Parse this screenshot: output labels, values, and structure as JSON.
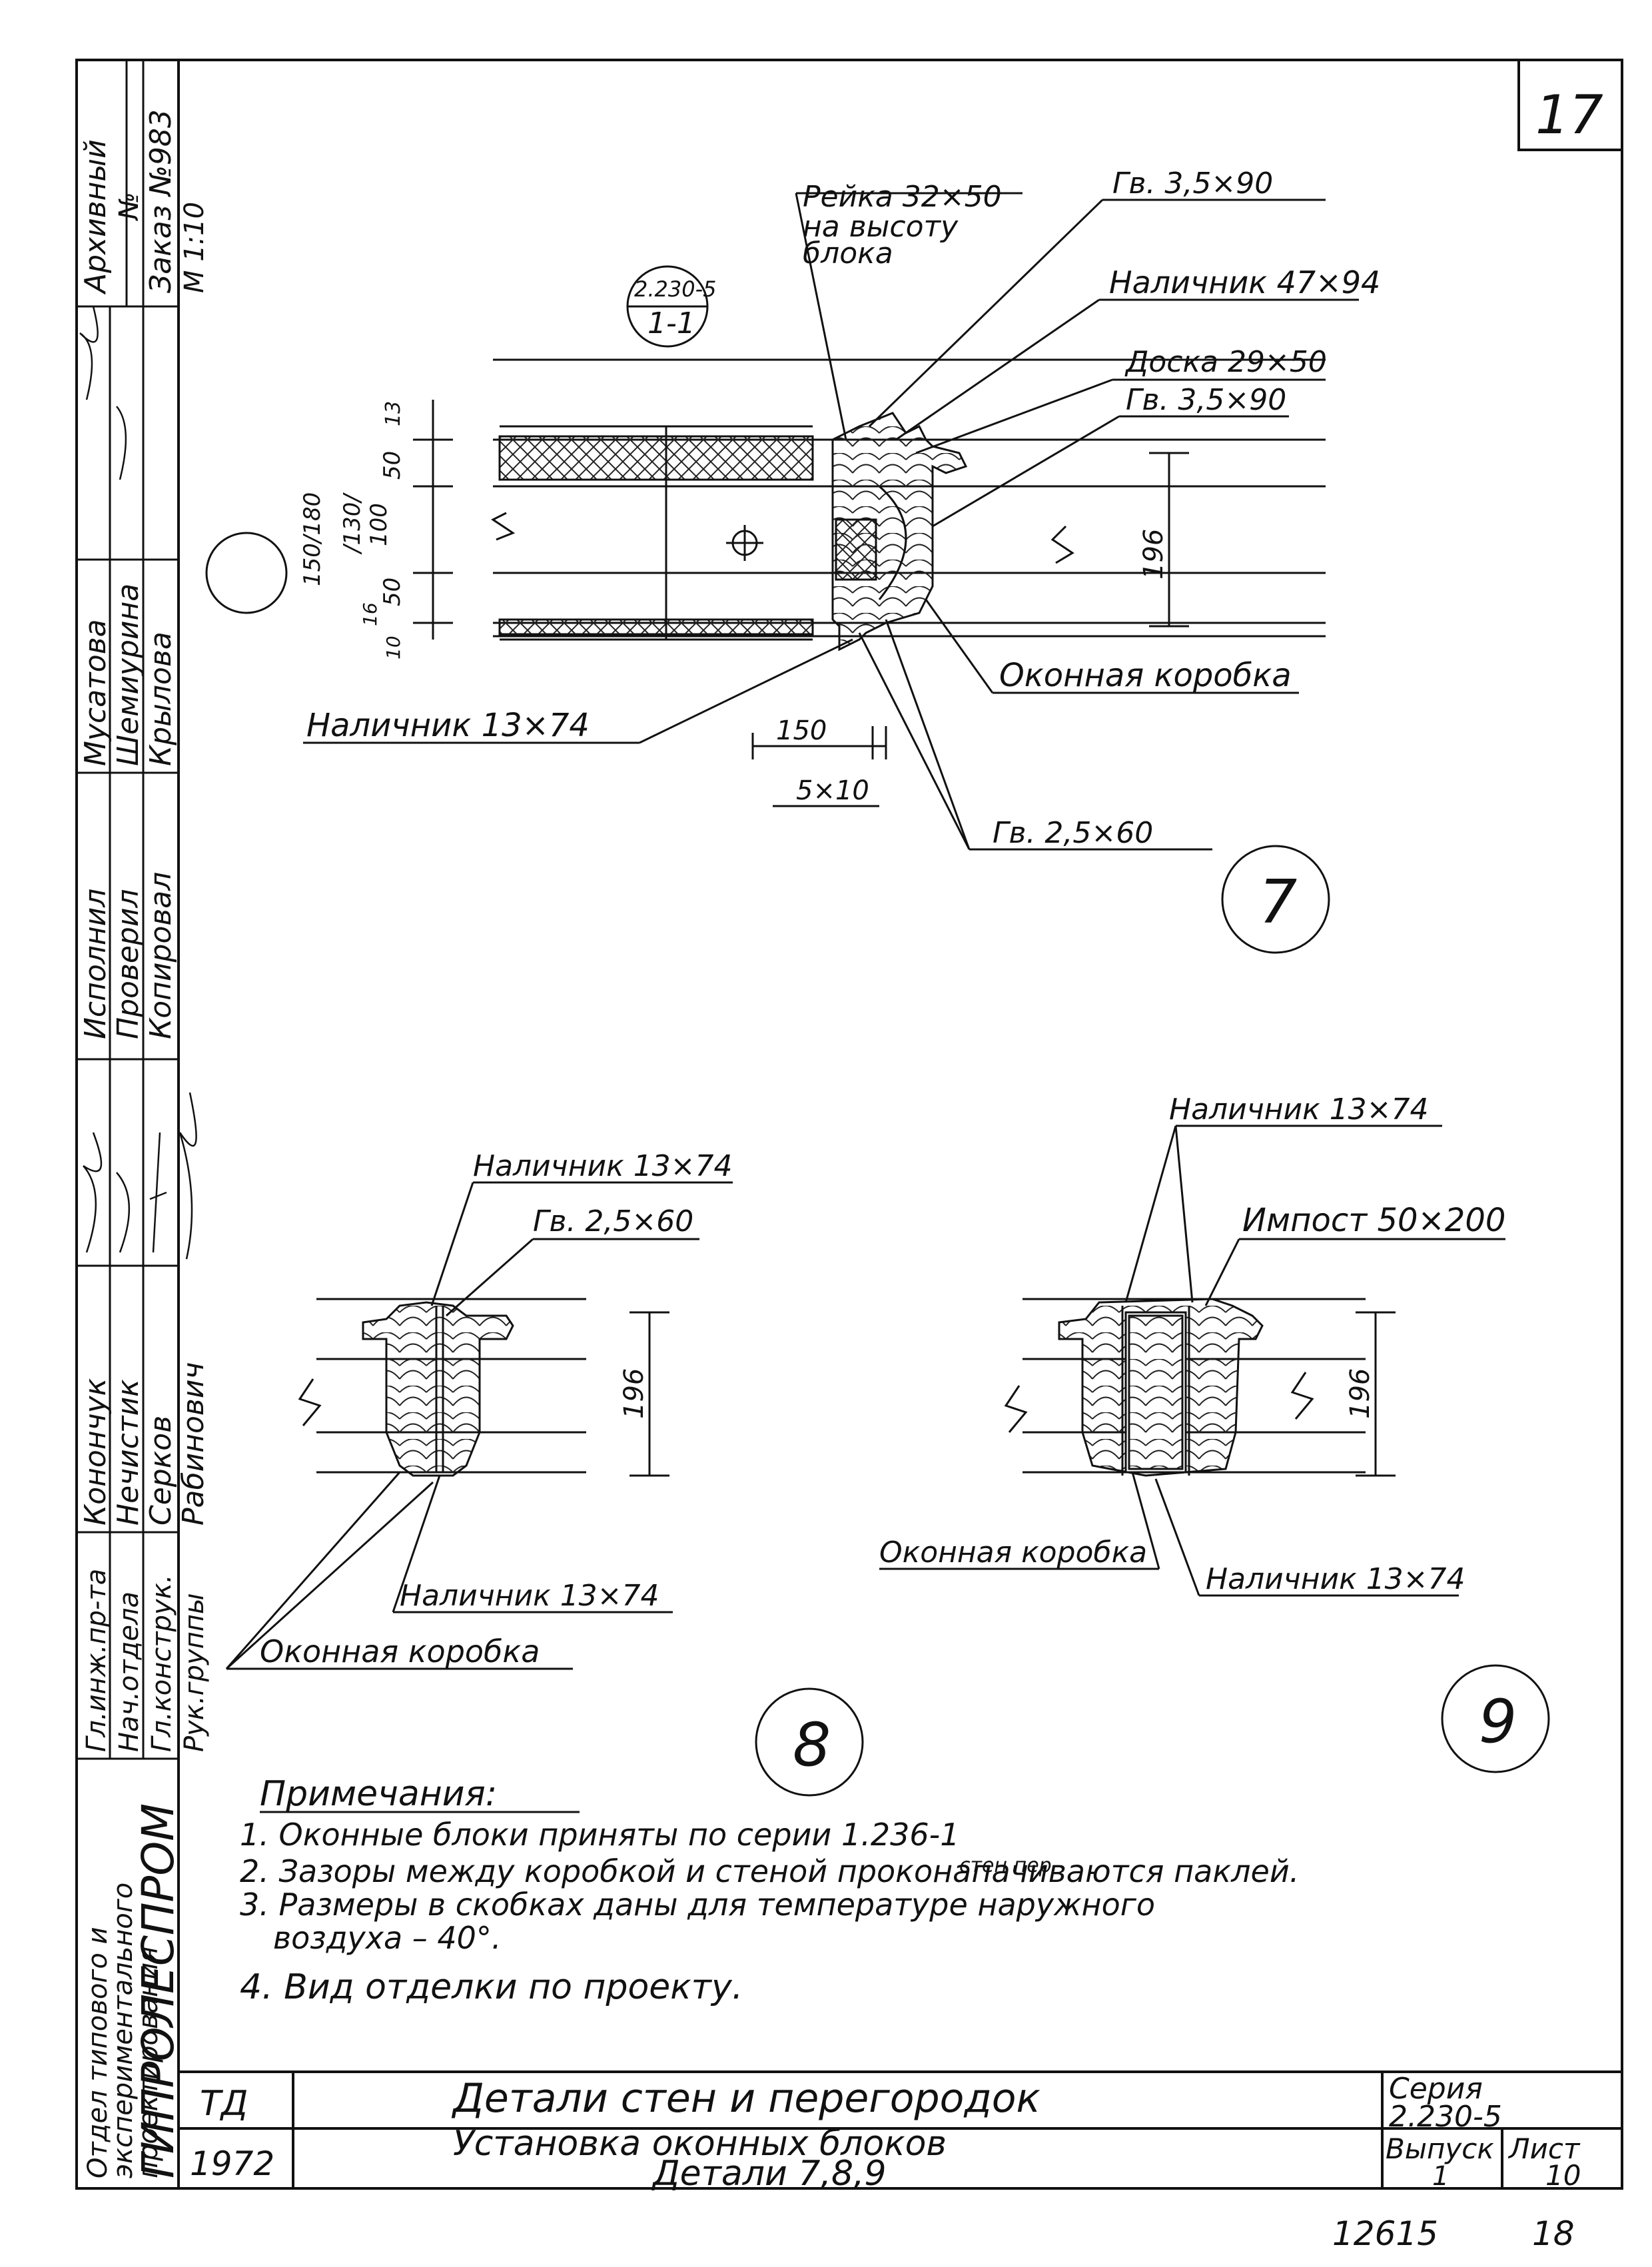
{
  "sheet_number": "17",
  "stamp": {
    "org": "ГИПРОЛЕСПРОМ",
    "dept_line1": "Отдел типового и",
    "dept_line2": "экспериментального",
    "dept_line3": "проектирования",
    "roles": [
      "Гл.инж.пр-та",
      "Нач.отдела",
      "Гл.констрyк.",
      "Рук.группы"
    ],
    "names_col1": [
      "Конончук",
      "Нечистик",
      "Серков",
      "Рабинович"
    ],
    "roles2": [
      "Исполнил",
      "Проверил",
      "Копировал"
    ],
    "names_col2": [
      "Мусатова",
      "Шемиурина",
      "Крылова"
    ],
    "archive_label": "Архивный",
    "archive_no": "№",
    "order": "Заказ №983",
    "scale": "М 1:10"
  },
  "detail7": {
    "ref_top": "2.230-5",
    "ref_bottom": "1-1",
    "labels": {
      "reika": "Рейка 32×50",
      "reika2": "на высоту",
      "reika3": "блока",
      "gv1": "Гв. 3,5×90",
      "nalichnik1": "Наличник 47×94",
      "doska": "Доска 29×50",
      "gv2": "Гв. 3,5×90",
      "okonnaya": "Оконная коробка",
      "nalichnik2": "Наличник 13×74",
      "gv3": "Гв. 2,5×60"
    },
    "dims": {
      "d150": "150",
      "d5x10": "5×10",
      "d196": "196",
      "dleft1": "150/180",
      "dleft2": "/130/",
      "dleft3": "100",
      "d50a": "50",
      "d13": "13",
      "d50b": "50",
      "d16": "16",
      "d10": "10"
    },
    "number": "7"
  },
  "detail8": {
    "labels": {
      "nalichnik_top": "Наличник 13×74",
      "gv": "Гв. 2,5×60",
      "nalichnik_bottom": "Наличник 13×74",
      "okonnaya": "Оконная коробка"
    },
    "dim": "196",
    "number": "8"
  },
  "detail9": {
    "labels": {
      "nalichnik_top": "Наличник 13×74",
      "impost": "Импост 50×200",
      "okonnaya": "Оконная коробка",
      "nalichnik_bottom": "Наличник 13×74"
    },
    "dim": "196",
    "number": "9"
  },
  "notes": {
    "title": "Примечания:",
    "items": [
      "1. Оконные блоки приняты по серии 1.236-1",
      "2. Зазоры между коробкой и стеной проконапачиваются паклей.",
      "3. Размеры в скобках даны для температуре наружного",
      "воздуха – 40°.",
      "4. Вид отделки по проекту."
    ],
    "overlay": "стен пер"
  },
  "title_block": {
    "td": "ТД",
    "year": "1972",
    "title1": "Детали стен и перегородок",
    "title2": "Установка оконных блоков",
    "title3": "Детали 7,8,9",
    "series_label": "Серия",
    "series_value": "2.230-5",
    "issue_label": "Выпуск",
    "issue_value": "1",
    "sheet_label": "Лист",
    "sheet_value": "10"
  },
  "footer": {
    "inv": "12615",
    "page": "18"
  }
}
